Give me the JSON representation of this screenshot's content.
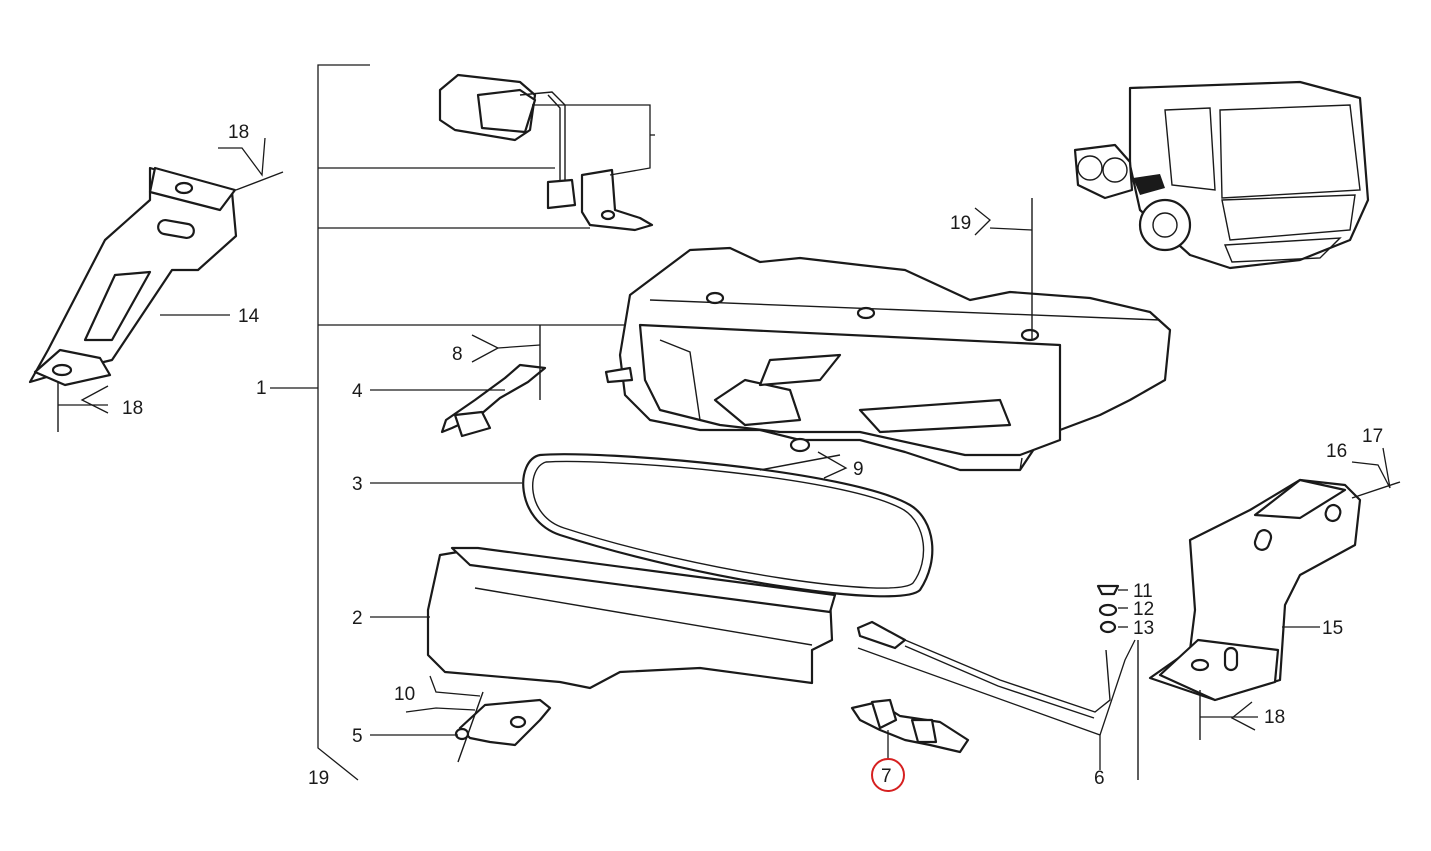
{
  "callouts": {
    "c1": "1",
    "c2": "2",
    "c3": "3",
    "c4": "4",
    "c5": "5",
    "c6": "6",
    "c7": "7",
    "c8": "8",
    "c9": "9",
    "c10": "10",
    "c11": "11",
    "c12": "12",
    "c13": "13",
    "c14": "14",
    "c15": "15",
    "c16": "16",
    "c17": "17",
    "c18a": "18",
    "c18b": "18",
    "c18c": "18",
    "c19a": "19",
    "c19b": "19"
  },
  "highlight": {
    "callout": "7",
    "color": "#d62020"
  }
}
